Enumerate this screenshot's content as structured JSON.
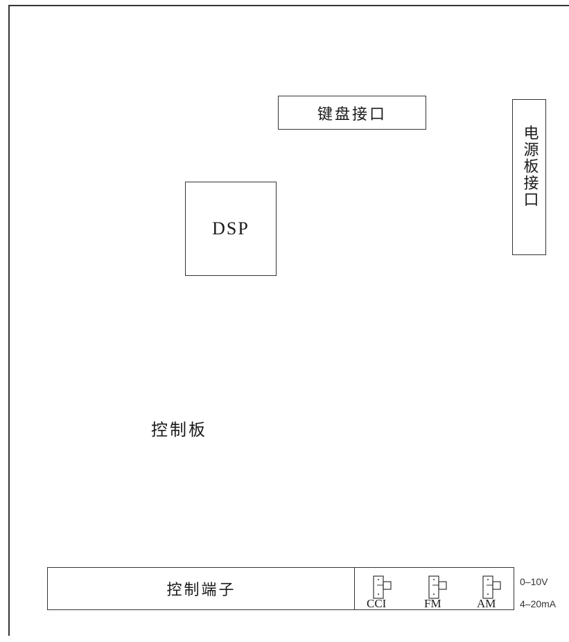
{
  "keyboard_interface": "键盘接口",
  "power_board_interface": "电源板接口",
  "dsp": "DSP",
  "control_board": "控制板",
  "control_terminal": "控制端子",
  "terminals": [
    {
      "label": "CCI"
    },
    {
      "label": "FM"
    },
    {
      "label": "AM"
    }
  ],
  "signal_labels": {
    "voltage": "0–10V",
    "current": "4–20mA"
  }
}
